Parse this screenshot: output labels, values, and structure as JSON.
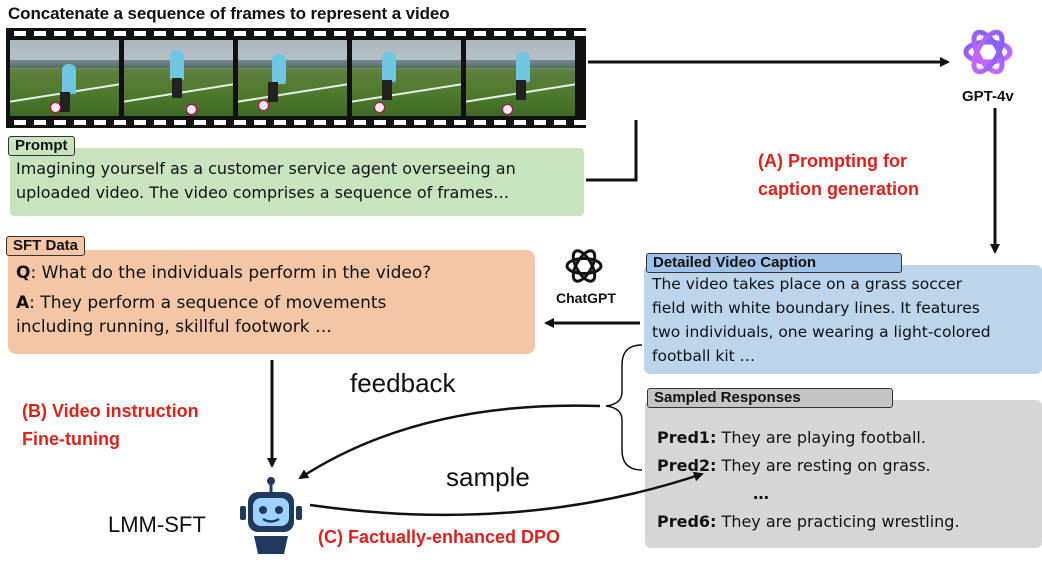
{
  "header": {
    "title": "Concatenate a sequence of frames to represent a video"
  },
  "prompt": {
    "tag": "Prompt",
    "line1": "Imagining yourself as a customer service agent overseeing an",
    "line2": "uploaded video. The video comprises a sequence of frames…"
  },
  "gpt": {
    "label": "GPT-4v"
  },
  "steps": {
    "a_line1": "(A) Prompting for",
    "a_line2": "caption generation",
    "b_line1": "(B) Video instruction",
    "b_line2": "Fine-tuning",
    "c": "(C) Factually-enhanced DPO"
  },
  "sft": {
    "tag": "SFT Data",
    "q_label": "Q",
    "q_text": ": What do the individuals perform in the video?",
    "a_label": "A",
    "a_text": ": They perform a sequence of movements",
    "a_text2": "including running, skillful footwork …"
  },
  "chatgpt": {
    "label": "ChatGPT"
  },
  "caption": {
    "tag": "Detailed Video Caption",
    "line1": "The video takes place on a grass soccer",
    "line2": "field with white boundary lines. It features",
    "line3": "two individuals, one wearing a light-colored",
    "line4": "football kit …"
  },
  "responses": {
    "tag": "Sampled Responses",
    "items": [
      {
        "label": "Pred1:",
        "text": " They are playing football."
      },
      {
        "label": "Pred2:",
        "text": " They are resting on grass."
      },
      {
        "label": "…",
        "text": ""
      },
      {
        "label": "Pred6:",
        "text": " They are practicing wrestling."
      }
    ]
  },
  "flow": {
    "feedback": "feedback",
    "sample": "sample"
  },
  "model": {
    "label": "LMM-SFT"
  },
  "colors": {
    "red": "#e0211b",
    "green_box": "#c7e4bf",
    "orange_box": "#f5c6a5",
    "blue_box": "#bdd5ea",
    "gray_box": "#d6d6d6"
  }
}
